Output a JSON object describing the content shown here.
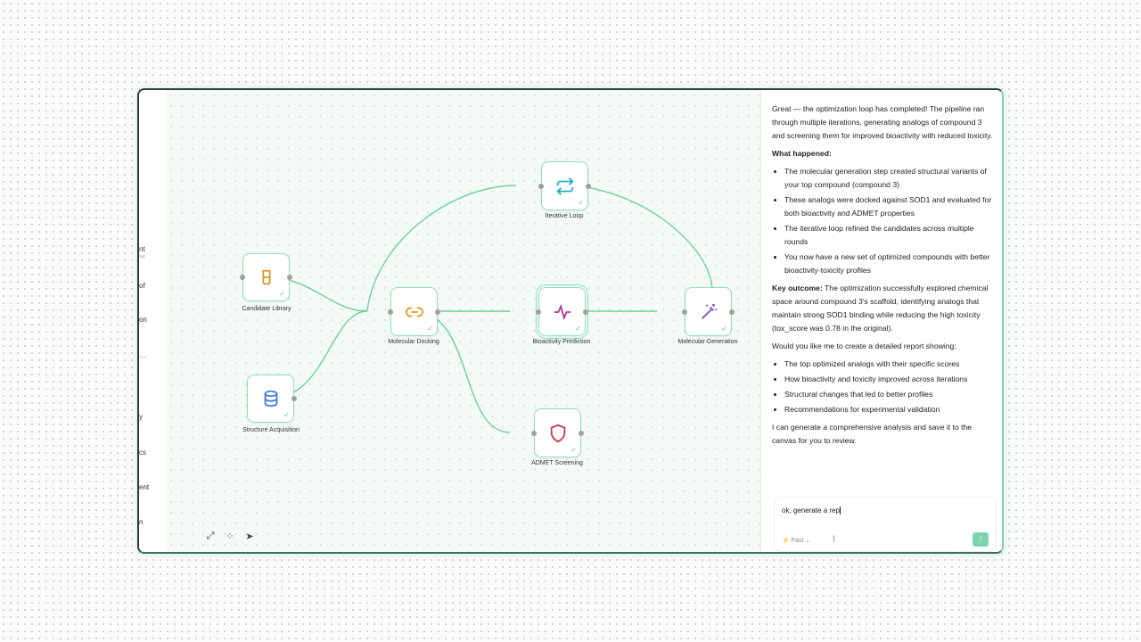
{
  "sidebar": {
    "items": [
      {
        "label": "nt",
        "sub": "lag"
      },
      {
        "label": "of",
        "sub": "···"
      },
      {
        "label": "on",
        "sub": "··"
      },
      {
        "label": "···",
        "sub": "··"
      },
      {
        "label": "y",
        "sub": "··"
      },
      {
        "label": "cs",
        "sub": "··"
      },
      {
        "label": "ent",
        "sub": "··"
      },
      {
        "label": "n",
        "sub": "··"
      }
    ]
  },
  "nodes": {
    "candidate_library": {
      "label": "Candidate Library",
      "icon": "beaker-icon",
      "color": "#d99a2b"
    },
    "structure_acquisition": {
      "label": "Structure Acquisition",
      "icon": "database-icon",
      "color": "#3d7fd1"
    },
    "molecular_docking": {
      "label": "Molecular Docking",
      "icon": "link-icon",
      "color": "#d99a2b"
    },
    "iterative_loop": {
      "label": "Iterative Loop",
      "icon": "repeat-icon",
      "color": "#20b0c8"
    },
    "bioactivity_prediction": {
      "label": "Bioactivity Prediction",
      "icon": "pulse-icon",
      "color": "#b43a8c"
    },
    "molecular_generation": {
      "label": "Molecular Generation",
      "icon": "magic-wand-icon",
      "color": "#8a4fc4"
    },
    "admet_screening": {
      "label": "ADMET Screening",
      "icon": "shield-icon",
      "color": "#c83a4a"
    }
  },
  "chat": {
    "intro": "Great — the optimization loop has completed! The pipeline ran through multiple iterations, generating analogs of compound 3 and screening them for improved bioactivity with reduced toxicity.",
    "what_happened_heading": "What happened:",
    "what_happened": [
      "The molecular generation step created structural variants of your top compound (compound 3)",
      "These analogs were docked against SOD1 and evaluated for both bioactivity and ADMET properties",
      "The iterative loop refined the candidates across multiple rounds",
      "You now have a new set of optimized compounds with better bioactivity-toxicity profiles"
    ],
    "key_outcome_label": "Key outcome:",
    "key_outcome": " The optimization successfully explored chemical space around compound 3's scaffold, identifying analogs that maintain strong SOD1 binding while reducing the high toxicity (tox_score was 0.78 in the original).",
    "question": "Would you like me to create a detailed report showing:",
    "report_items": [
      "The top optimized analogs with their specific scores",
      "How bioactivity and toxicity improved across iterations",
      "Structural changes that led to better profiles",
      "Recommendations for experimental validation"
    ],
    "closing": "I can generate a comprehensive analysis and save it to the canvas for you to review."
  },
  "composer": {
    "input_value": "ok, generate a rep",
    "model": "Fast",
    "model_chevron": "⌄",
    "send_glyph": "↑"
  },
  "controls": {
    "zoom_in": "+",
    "zoom_out": "−",
    "fit": "⛶",
    "tool_expand": "⤢",
    "tool_layout": "⁘",
    "tool_select": "➤"
  },
  "colors": {
    "accent": "#7fd3ad",
    "edge": "#6fcf9f"
  }
}
